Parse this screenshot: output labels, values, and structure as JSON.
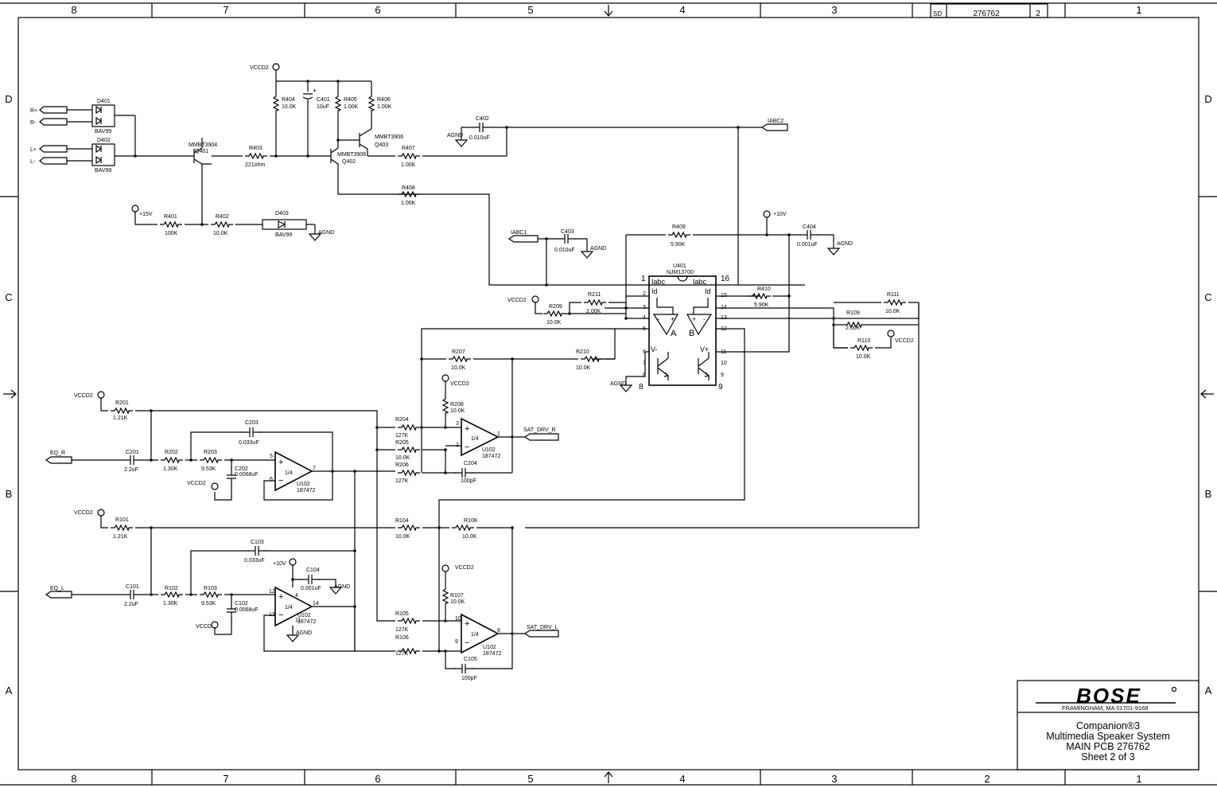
{
  "sheet": {
    "zones_top": [
      "8",
      "7",
      "6",
      "5",
      "4",
      "3",
      "1"
    ],
    "zones_bottom": [
      "8",
      "7",
      "6",
      "5",
      "4",
      "3",
      "2",
      "1"
    ],
    "rows": [
      "D",
      "C",
      "B",
      "A"
    ],
    "title_box": {
      "size": "SD",
      "dwg_no": "276762",
      "rev": "2"
    }
  },
  "title_block": {
    "logo": "BOSE",
    "address": "FRAMINGHAM, MA 01701-9168",
    "line1": "Companion®3",
    "line2": "Multimedia Speaker System",
    "line3": "MAIN PCB 276762",
    "line4": "Sheet 2 of 3"
  },
  "nets": {
    "r_plus": "R+",
    "r_minus": "R-",
    "l_plus": "L+",
    "l_minus": "L-",
    "iabc2": "IABC2",
    "iabc1": "IABC1",
    "eq_r": "EQ_R",
    "eq_l": "EQ_L",
    "sat_drv_r": "SAT_DRV_R",
    "sat_drv_l": "SAT_DRV_L"
  },
  "power": {
    "vccd2": "VCCD2",
    "vccd": "VCCD",
    "agnd": "AGND",
    "plus15v": "+15V",
    "plus10v": "+10V"
  },
  "components": {
    "d401": {
      "ref": "D401",
      "value": "BAV99"
    },
    "d402": {
      "ref": "D402",
      "value": "BAV99"
    },
    "d403": {
      "ref": "D403",
      "value": "BAV99"
    },
    "q401": {
      "ref": "Q401",
      "value": "MMBT3904"
    },
    "q402": {
      "ref": "Q402",
      "value": "MMBT3906"
    },
    "q403": {
      "ref": "Q403",
      "value": "MMBT3906"
    },
    "r401": {
      "ref": "R401",
      "value": "100K"
    },
    "r402": {
      "ref": "R402",
      "value": "10.0K"
    },
    "r403": {
      "ref": "R403",
      "value": "221ohm"
    },
    "r404": {
      "ref": "R404",
      "value": "10.0K"
    },
    "r405": {
      "ref": "R405",
      "value": "1.00K"
    },
    "r406": {
      "ref": "R406",
      "value": "1.00K"
    },
    "r407": {
      "ref": "R407",
      "value": "1.00K"
    },
    "r408": {
      "ref": "R408",
      "value": "1.00K"
    },
    "r409": {
      "ref": "R409",
      "value": "5.90K"
    },
    "r410": {
      "ref": "R410",
      "value": "5.90K"
    },
    "c401": {
      "ref": "C401",
      "value": "10uF"
    },
    "c402": {
      "ref": "C402",
      "value": "0.010uF"
    },
    "c403": {
      "ref": "C403",
      "value": "0.010uF"
    },
    "c404": {
      "ref": "C404",
      "value": "0.001uF"
    },
    "u401": {
      "ref": "U401",
      "value": "NJM13700"
    },
    "r209": {
      "ref": "R209",
      "value": "10.0K"
    },
    "r211": {
      "ref": "R211",
      "value": "2.00K"
    },
    "r207": {
      "ref": "R207",
      "value": "10.0K"
    },
    "r210": {
      "ref": "R210",
      "value": "10.0K"
    },
    "r208": {
      "ref": "R208",
      "value": "10.0K"
    },
    "r201": {
      "ref": "R201",
      "value": "1.21K"
    },
    "c203": {
      "ref": "C203",
      "value": "0.033uF"
    },
    "c201": {
      "ref": "C201",
      "value": "2.2uF"
    },
    "r202": {
      "ref": "R202",
      "value": "1.30K"
    },
    "r203": {
      "ref": "R203",
      "value": "9.53K"
    },
    "c202": {
      "ref": "C202",
      "value": "0.0068uF"
    },
    "r204": {
      "ref": "R204",
      "value": "127K"
    },
    "r205": {
      "ref": "R205",
      "value": "10.0K"
    },
    "r206": {
      "ref": "R206",
      "value": "127K"
    },
    "c204": {
      "ref": "C204",
      "value": "100pF"
    },
    "u102": {
      "ref": "U102",
      "value": "187472",
      "part": "1/4"
    },
    "r109": {
      "ref": "R109",
      "value": "2.00K"
    },
    "r111": {
      "ref": "R111",
      "value": "10.0K"
    },
    "r110": {
      "ref": "R110",
      "value": "10.0K"
    },
    "r101": {
      "ref": "R101",
      "value": "1.21K"
    },
    "r104": {
      "ref": "R104",
      "value": "10.0K"
    },
    "r108": {
      "ref": "R108",
      "value": "10.0K"
    },
    "c103": {
      "ref": "C103",
      "value": "0.033uF"
    },
    "c104": {
      "ref": "C104",
      "value": "0.001uF"
    },
    "c101": {
      "ref": "C101",
      "value": "2.2uF"
    },
    "r102": {
      "ref": "R102",
      "value": "1.30K"
    },
    "r103": {
      "ref": "R103",
      "value": "9.53K"
    },
    "c102": {
      "ref": "C102",
      "value": "0.0068uF"
    },
    "r107": {
      "ref": "R107",
      "value": "10.0K"
    },
    "r105": {
      "ref": "R105",
      "value": "127K"
    },
    "r106": {
      "ref": "R106",
      "value": "127K"
    },
    "c105": {
      "ref": "C105",
      "value": "100pF"
    }
  },
  "u401_pins": {
    "p1": "1",
    "p16": "16",
    "p2": "2",
    "p3": "3",
    "p4": "4",
    "p5": "5",
    "p6": "6",
    "p7": "7",
    "p8": "8",
    "p9": "9",
    "p10": "10",
    "p11": "11",
    "p12": "12",
    "p13": "13",
    "p14": "14",
    "p15": "15",
    "iabc": "Iabc",
    "id": "Id",
    "a": "A",
    "b": "B",
    "vminus": "V-",
    "vplus": "V+"
  },
  "opamp_pins": {
    "a_in1": "3",
    "a_in2": "2",
    "a_out": "1",
    "b_in1": "5",
    "b_in2": "6",
    "b_out": "7",
    "c_in1": "12",
    "c_in2": "13",
    "c_out": "14",
    "c_v": "4",
    "c_g": "11",
    "d_in1": "10",
    "d_in2": "9",
    "d_out": "8"
  }
}
